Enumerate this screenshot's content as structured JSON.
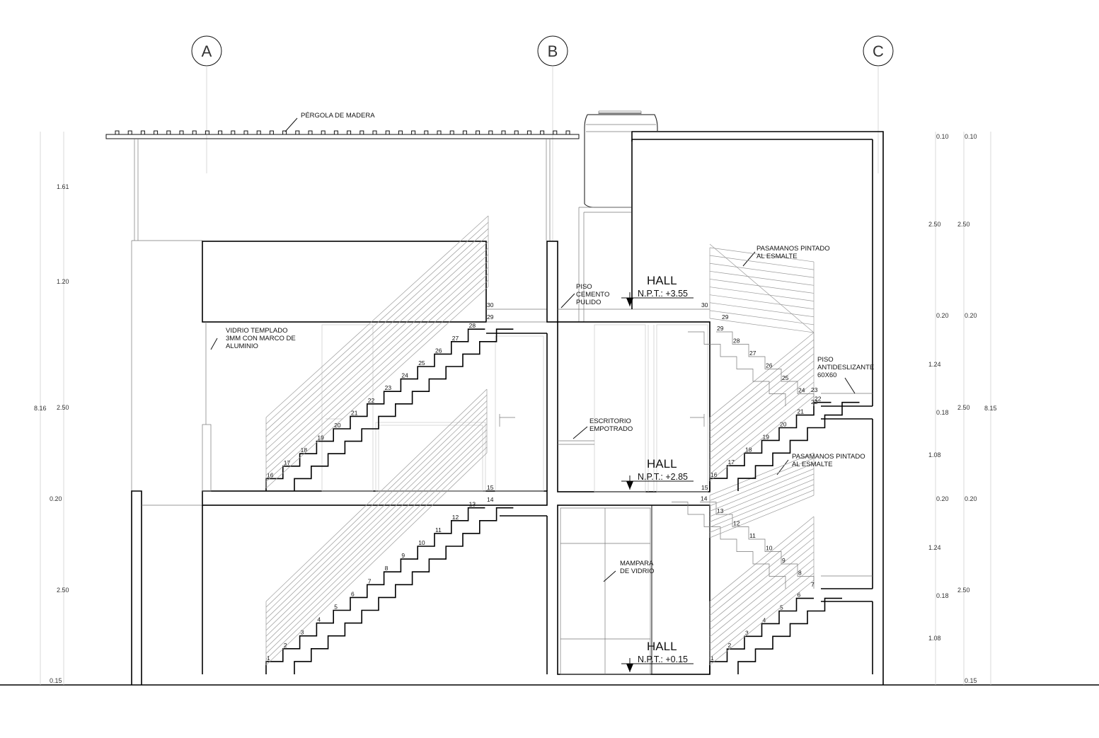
{
  "axes": [
    {
      "id": "a",
      "label": "A"
    },
    {
      "id": "b",
      "label": "B"
    },
    {
      "id": "c",
      "label": "C"
    }
  ],
  "labels": {
    "pergola": "PÉRGOLA DE MADERA",
    "vidrio": [
      "VIDRIO TEMPLADO",
      "3MM CON MARCO DE",
      "ALUMINIO"
    ],
    "piso_cemento": [
      "PISO",
      "CEMENTO",
      "PULIDO"
    ],
    "escritorio": [
      "ESCRITORIO",
      "EMPOTRADO"
    ],
    "mampara": [
      "MAMPARA",
      "DE VIDRIO"
    ],
    "pasamanos_top": [
      "PASAMANOS PINTADO",
      "AL ESMALTE"
    ],
    "pasamanos_mid": [
      "PASAMANOS PINTADO",
      "AL ESMALTE"
    ],
    "piso_antideslizante": [
      "PISO",
      "ANTIDESLIZANTE",
      "60X60"
    ]
  },
  "halls": [
    {
      "title": "HALL",
      "level": "N.P.T.: +3.55"
    },
    {
      "title": "HALL",
      "level": "N.P.T.: +2.85"
    },
    {
      "title": "HALL",
      "level": "N.P.T.: +0.15"
    }
  ],
  "dimensions": {
    "left_total": "8.16",
    "left": [
      "1.61",
      "1.20",
      "2.50",
      "0.20",
      "2.50",
      "0.15"
    ],
    "right_a": [
      "0.10",
      "2.50",
      "0.20",
      "1.24",
      "0.18",
      "1.08",
      "0.20",
      "1.24",
      "0.18",
      "1.08"
    ],
    "right_b": [
      "0.10",
      "2.50",
      "0.20",
      "2.50",
      "0.20",
      "2.50",
      "0.15"
    ],
    "right_total": "8.15"
  }
}
